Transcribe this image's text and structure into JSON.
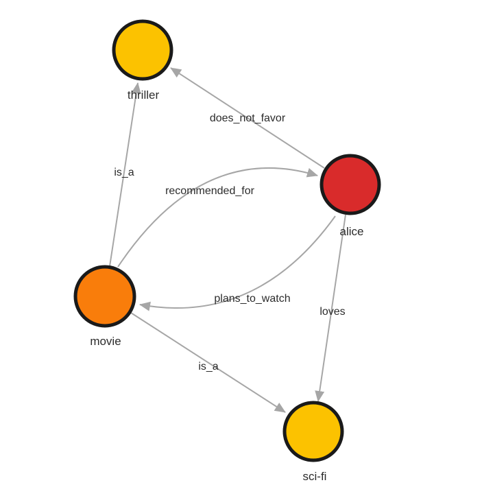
{
  "graph": {
    "background_color": "#ffffff",
    "node_border_color": "#1a1a1a",
    "edge_color": "#a6a6a6",
    "label_color": "#2b2b2b",
    "nodes": [
      {
        "id": "thriller",
        "label": "thriller",
        "color": "#fcc200"
      },
      {
        "id": "alice",
        "label": "alice",
        "color": "#d92b2b"
      },
      {
        "id": "movie",
        "label": "movie",
        "color": "#f97d0b"
      },
      {
        "id": "sci-fi",
        "label": "sci-fi",
        "color": "#fcc200"
      }
    ],
    "edges": [
      {
        "source": "alice",
        "target": "thriller",
        "label": "does_not_favor"
      },
      {
        "source": "movie",
        "target": "thriller",
        "label": "is_a"
      },
      {
        "source": "movie",
        "target": "alice",
        "label": "recommended_for"
      },
      {
        "source": "alice",
        "target": "movie",
        "label": "plans_to_watch"
      },
      {
        "source": "alice",
        "target": "sci-fi",
        "label": "loves"
      },
      {
        "source": "movie",
        "target": "sci-fi",
        "label": "is_a"
      }
    ]
  }
}
